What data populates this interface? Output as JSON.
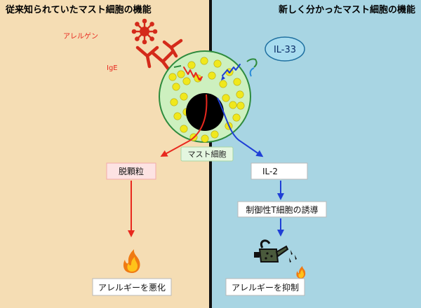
{
  "colors": {
    "left_bg": "#f5ddb4",
    "right_bg": "#a8d5e3",
    "divider": "#111111",
    "cell_fill": "#cdf0bf",
    "cell_stroke": "#2e8b3d",
    "granule": "#f0e81c",
    "nucleus": "#000000",
    "red": "#e8281e",
    "blue": "#1f3fd6",
    "box_pink_fill": "#fde3e3",
    "box_pink_stroke": "#f3aaaa",
    "box_white_fill": "#ffffff",
    "box_white_stroke": "#b9b9b9",
    "cell_label_fill": "#e4f6e0",
    "cell_label_stroke": "#a9d6a3",
    "il33_fill": "#a8dcef",
    "il33_stroke": "#1e6fa0"
  },
  "left": {
    "title": "従来知られていたマスト細胞の機能",
    "allergen_label": "アレルゲン",
    "ige_label": "IgE",
    "degranulation_label": "脱顆粒",
    "result_label": "アレルギーを悪化",
    "icons": [
      "allergen-icon",
      "ige-antibody-icon",
      "fire-icon"
    ]
  },
  "right": {
    "title": "新しく分かったマスト細胞の機能",
    "il33_label": "IL-33",
    "il2_label": "IL-2",
    "treg_label": "制御性T細胞の誘導",
    "result_label": "アレルギーを抑制",
    "icons": [
      "watering-can-icon",
      "small-fire-icon"
    ]
  },
  "center": {
    "mast_cell_label": "マスト細胞"
  }
}
